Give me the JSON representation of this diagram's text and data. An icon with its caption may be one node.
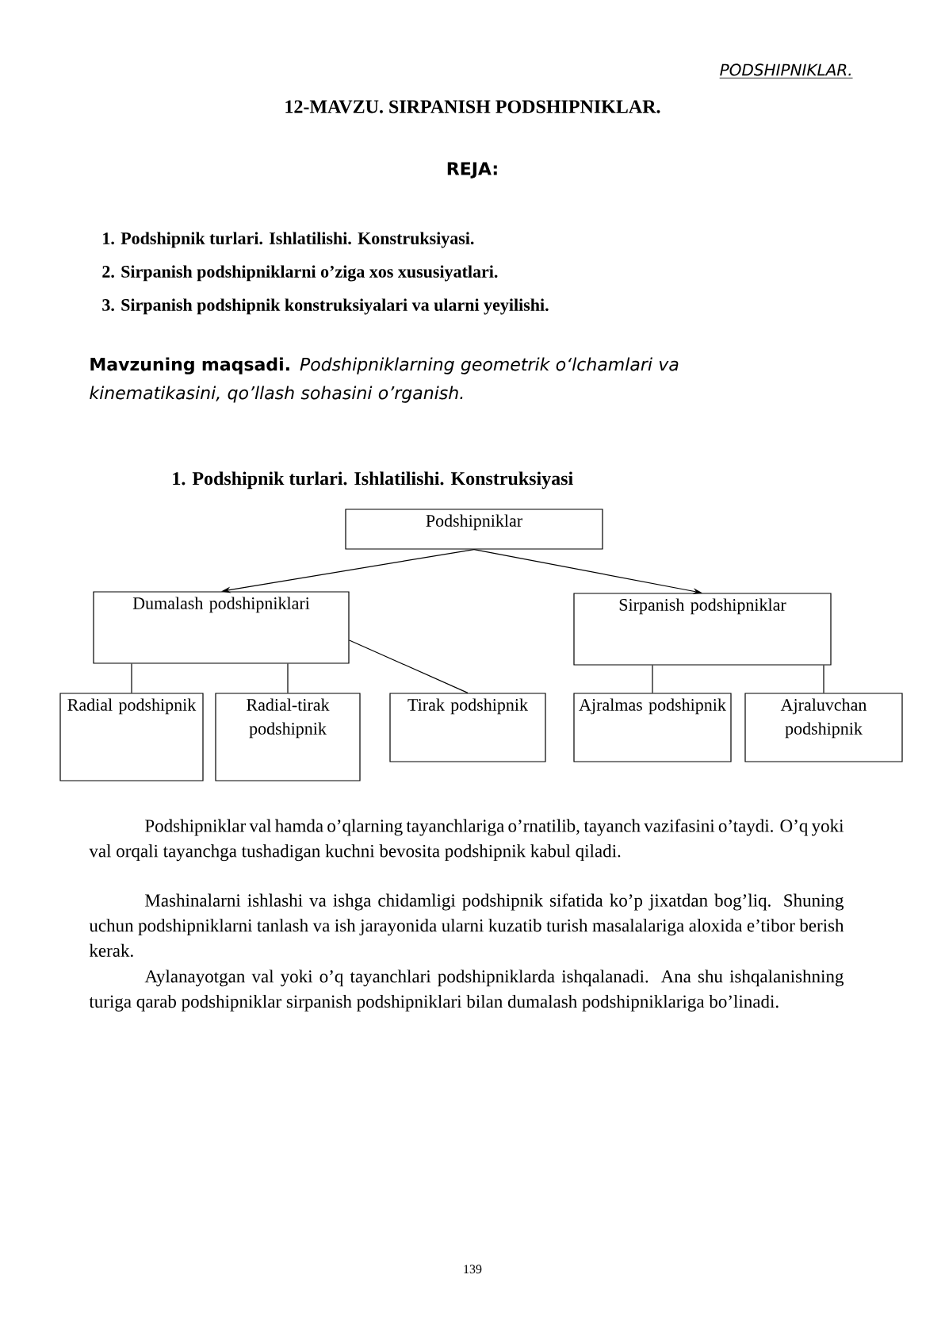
{
  "diagram": {
    "title": "12-MAVZU. SIRPANISH PODSHIPNIKLAR.",
    "nodes": [
      {
        "text": [
          "Podshipniklar"
        ]
      },
      {
        "text": [
          "Dumalash podshipniklari"
        ]
      },
      {
        "text": [
          "Sirpanish podshipniklar"
        ]
      },
      {
        "text": [
          "Radial podshipnik"
        ]
      },
      {
        "text": [
          "Radial-tirak podshipnik"
        ]
      },
      {
        "text": [
          "Tirak podshipnik"
        ]
      },
      {
        "text": [
          "Ajralmas podshipnik"
        ]
      },
      {
        "text": [
          "Ajraluvchan podshipnik"
        ]
      }
    ],
    "edges": [
      {
        "from": 0,
        "to": 1,
        "arrow": "to"
      },
      {
        "from": 0,
        "to": 2,
        "arrow": "to"
      },
      {
        "from": 1,
        "to": 3,
        "arrow": "none"
      },
      {
        "from": 1,
        "to": 4,
        "arrow": "none"
      },
      {
        "from": 1,
        "to": 5,
        "arrow": "none"
      },
      {
        "from": 2,
        "to": 6,
        "arrow": "none"
      },
      {
        "from": 2,
        "to": 7,
        "arrow": "none"
      }
    ],
    "labels": [
      "PODSHIPNIKLAR.",
      "REJA:",
      "1. Podshipnik turlari. Ishlatilishi. Konstruksiyasi.",
      "2. Sirpanish podshipniklarni o’ziga xos xususiyatlari.",
      "3. Sirpanish podshipnik konstruksiyalari va ularni yeyilishi.",
      "**Mavzuning maqsadi.** *Podshipniklarning geometrik o‘lchamlari va kinematikasini, qo’llash sohasini o’rganish.*",
      "1. Podshipnik turlari. Ishlatilishi. Konstruksiyasi",
      "Podshipniklar val hamda o’qlarning tayanchlariga o’rnatilib, tayanch vazifasini o’taydi. O’q yoki val orqali tayanchga tushadigan kuchni bevosita podshipnik kabul qiladi.",
      "Mashinalarni ishlashi va ishga chidamligi podshipnik sifatida ko’p jixatdan bog’liq. Shuning uchun podshipniklarni tanlash va ish jarayonida ularni kuzatib turish masalalariga aloxida e’tibor berish kerak.",
      "Aylanayotgan val yoki o’q tayanchlari podshipniklarda ishqalanadi. Ana shu ishqalanishning turiga qarab podshipniklar sirpanish podshipniklari bilan dumalash podshipniklariga bo’linadi.",
      "139"
    ]
  }
}
